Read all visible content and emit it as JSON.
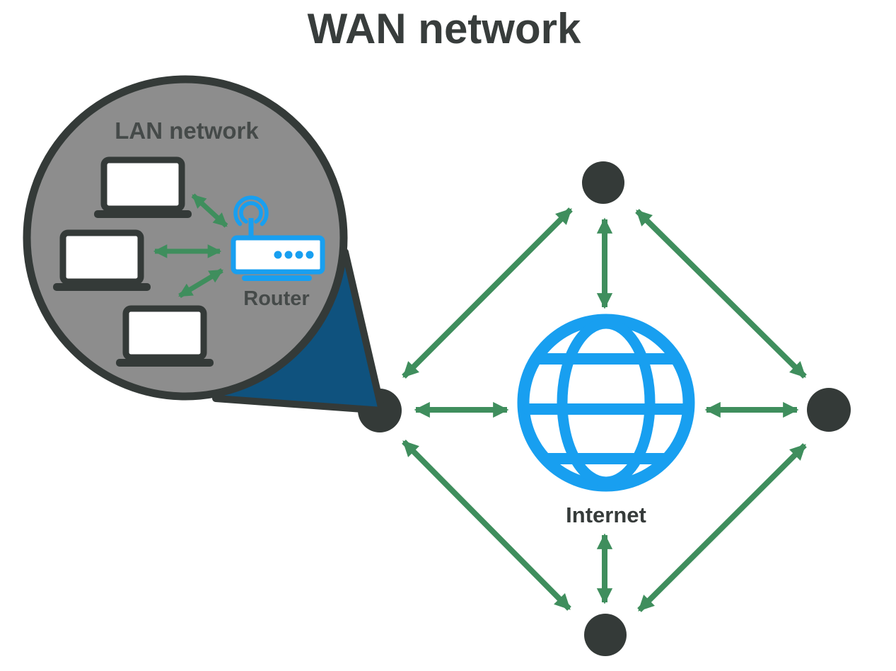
{
  "title": "WAN network",
  "colors": {
    "accent_blue": "#189ff0",
    "callout_tail_blue": "#0f527e",
    "arrow_green": "#3f8e5d",
    "lan_circle_gray": "#8d8d8d",
    "outline_dark": "#343a38",
    "text_dark": "#3a3f3e",
    "background": "#ffffff"
  },
  "lan": {
    "label": "LAN network",
    "router_label": "Router",
    "device_count": 3,
    "devices": [
      "laptop",
      "laptop",
      "laptop"
    ],
    "router_led_count": 4,
    "connections": [
      "laptop-1 <-> router",
      "laptop-2 <-> router",
      "laptop-3 <-> router"
    ]
  },
  "wan": {
    "internet_label": "Internet",
    "node_count": 4,
    "nodes": [
      "left",
      "top",
      "right",
      "bottom"
    ],
    "connections": [
      "left <-> top",
      "top <-> internet",
      "top <-> right",
      "left <-> internet",
      "internet <-> right",
      "left <-> bottom",
      "internet <-> bottom",
      "bottom <-> right"
    ]
  }
}
